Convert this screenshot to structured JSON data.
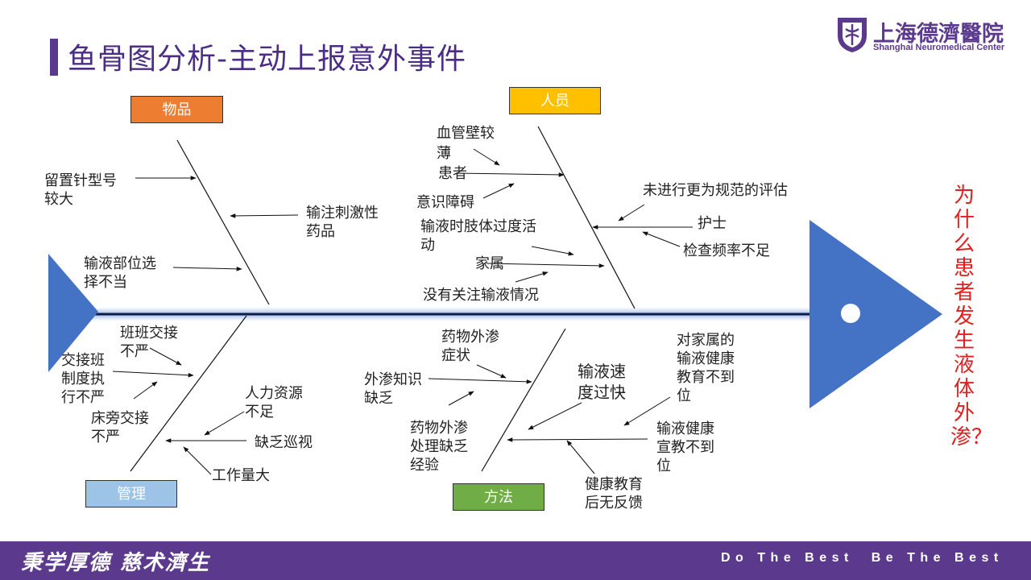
{
  "title": "鱼骨图分析-主动上报意外事件",
  "logo": {
    "cn": "上海德濟醫院",
    "en": "Shanghai Neuromedical Center"
  },
  "categories": {
    "items": "物品",
    "personnel": "人员",
    "management": "管理",
    "method": "方法"
  },
  "colors": {
    "items": "#ed7d31",
    "personnel": "#ffc000",
    "management": "#9dc3e6",
    "method": "#70ad47",
    "fish": "#4472c4",
    "brand": "#5b3a8e",
    "question": "#e02020"
  },
  "causes": {
    "items": [
      "留置针型号\n较大",
      "输注刺激性\n药品",
      "输液部位选\n择不当"
    ],
    "personnel": [
      "血管壁较\n薄",
      "患者",
      "意识障碍",
      "输液时肢体过度活\n动",
      "家属",
      "没有关注输液情况",
      "未进行更为规范的评估",
      "护士",
      "检查频率不足"
    ],
    "management": [
      "班班交接\n不严",
      "交接班\n制度执\n行不严",
      "床旁交接\n不严",
      "人力资源\n不足",
      "缺乏巡视",
      "工作量大"
    ],
    "method": [
      "药物外渗\n症状",
      "外渗知识\n缺乏",
      "输液速\n度过快",
      "药物外渗\n处理缺乏\n经验",
      "对家属的\n输液健康\n教育不到\n位",
      "输液健康\n宣教不到\n位",
      "健康教育\n后无反馈"
    ]
  },
  "question": "为什么患者发生液体外渗？",
  "footer": {
    "motto": "秉学厚德 慈术濟生",
    "slogan": "Do The Best  Be The Best"
  }
}
